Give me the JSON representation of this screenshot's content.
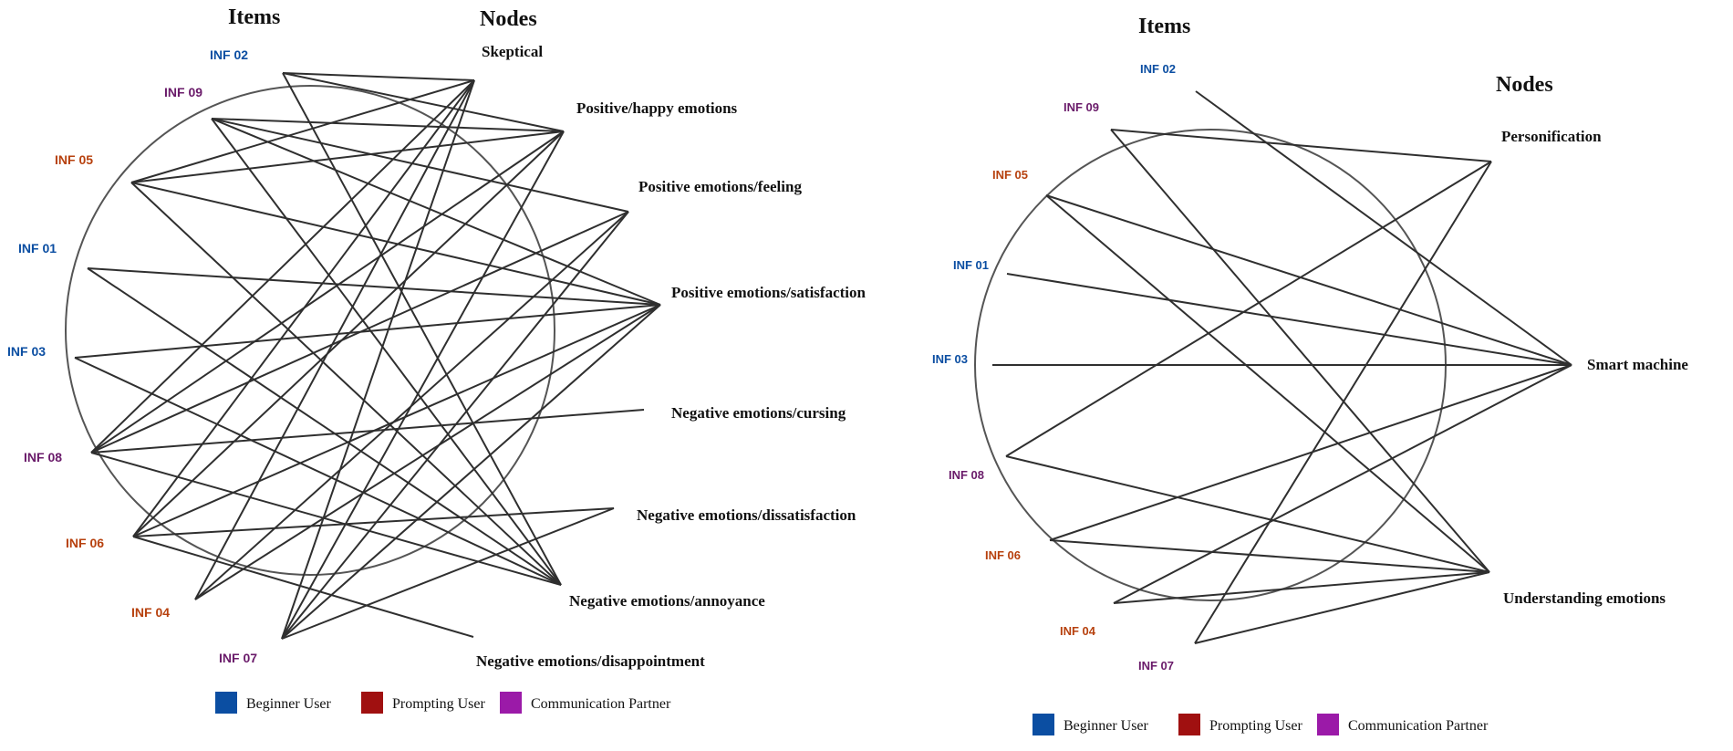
{
  "colors": {
    "beginner": "#0b4ea2",
    "prompting": "#b7410e",
    "communication": "#6a1b6a",
    "legend_beginner": "#0b4ea2",
    "legend_prompting": "#a01010",
    "legend_communication": "#9b1aa8"
  },
  "diagrams": [
    {
      "items_header": "Items",
      "nodes_header": "Nodes",
      "items": [
        {
          "id": "INF 02",
          "role": "beginner"
        },
        {
          "id": "INF 09",
          "role": "communication"
        },
        {
          "id": "INF 05",
          "role": "prompting"
        },
        {
          "id": "INF 01",
          "role": "beginner"
        },
        {
          "id": "INF 03",
          "role": "beginner"
        },
        {
          "id": "INF 08",
          "role": "communication"
        },
        {
          "id": "INF 06",
          "role": "prompting"
        },
        {
          "id": "INF 04",
          "role": "prompting"
        },
        {
          "id": "INF 07",
          "role": "communication"
        }
      ],
      "nodes": [
        "Skeptical",
        "Positive/happy emotions",
        "Positive emotions/feeling",
        "Positive emotions/satisfaction",
        "Negative emotions/cursing",
        "Negative emotions/dissatisfaction",
        "Negative emotions/annoyance",
        "Negative emotions/disappointment"
      ],
      "edges": [
        [
          "INF 02",
          "Skeptical"
        ],
        [
          "INF 02",
          "Positive/happy emotions"
        ],
        [
          "INF 02",
          "Negative emotions/annoyance"
        ],
        [
          "INF 09",
          "Positive/happy emotions"
        ],
        [
          "INF 09",
          "Positive emotions/feeling"
        ],
        [
          "INF 09",
          "Positive emotions/satisfaction"
        ],
        [
          "INF 09",
          "Negative emotions/annoyance"
        ],
        [
          "INF 05",
          "Skeptical"
        ],
        [
          "INF 05",
          "Positive/happy emotions"
        ],
        [
          "INF 05",
          "Positive emotions/satisfaction"
        ],
        [
          "INF 05",
          "Negative emotions/annoyance"
        ],
        [
          "INF 01",
          "Positive emotions/satisfaction"
        ],
        [
          "INF 01",
          "Negative emotions/annoyance"
        ],
        [
          "INF 03",
          "Positive emotions/satisfaction"
        ],
        [
          "INF 03",
          "Negative emotions/annoyance"
        ],
        [
          "INF 08",
          "Skeptical"
        ],
        [
          "INF 08",
          "Positive/happy emotions"
        ],
        [
          "INF 08",
          "Positive emotions/feeling"
        ],
        [
          "INF 08",
          "Negative emotions/cursing"
        ],
        [
          "INF 08",
          "Negative emotions/annoyance"
        ],
        [
          "INF 06",
          "Skeptical"
        ],
        [
          "INF 06",
          "Positive/happy emotions"
        ],
        [
          "INF 06",
          "Positive emotions/satisfaction"
        ],
        [
          "INF 06",
          "Negative emotions/dissatisfaction"
        ],
        [
          "INF 06",
          "Negative emotions/disappointment"
        ],
        [
          "INF 04",
          "Skeptical"
        ],
        [
          "INF 04",
          "Positive emotions/feeling"
        ],
        [
          "INF 04",
          "Positive emotions/satisfaction"
        ],
        [
          "INF 07",
          "Skeptical"
        ],
        [
          "INF 07",
          "Positive/happy emotions"
        ],
        [
          "INF 07",
          "Positive emotions/feeling"
        ],
        [
          "INF 07",
          "Positive emotions/satisfaction"
        ],
        [
          "INF 07",
          "Negative emotions/dissatisfaction"
        ]
      ],
      "legend": [
        "Beginner User",
        "Prompting User",
        "Communication Partner"
      ]
    },
    {
      "items_header": "Items",
      "nodes_header": "Nodes",
      "items": [
        {
          "id": "INF 02",
          "role": "beginner"
        },
        {
          "id": "INF 09",
          "role": "communication"
        },
        {
          "id": "INF 05",
          "role": "prompting"
        },
        {
          "id": "INF 01",
          "role": "beginner"
        },
        {
          "id": "INF 03",
          "role": "beginner"
        },
        {
          "id": "INF 08",
          "role": "communication"
        },
        {
          "id": "INF 06",
          "role": "prompting"
        },
        {
          "id": "INF 04",
          "role": "prompting"
        },
        {
          "id": "INF 07",
          "role": "communication"
        }
      ],
      "nodes": [
        "Personification",
        "Smart machine",
        "Understanding emotions"
      ],
      "edges": [
        [
          "INF 02",
          "Smart machine"
        ],
        [
          "INF 09",
          "Personification"
        ],
        [
          "INF 09",
          "Understanding emotions"
        ],
        [
          "INF 05",
          "Smart machine"
        ],
        [
          "INF 05",
          "Understanding emotions"
        ],
        [
          "INF 01",
          "Smart machine"
        ],
        [
          "INF 03",
          "Smart machine"
        ],
        [
          "INF 08",
          "Personification"
        ],
        [
          "INF 08",
          "Understanding emotions"
        ],
        [
          "INF 06",
          "Smart machine"
        ],
        [
          "INF 06",
          "Understanding emotions"
        ],
        [
          "INF 04",
          "Smart machine"
        ],
        [
          "INF 04",
          "Understanding emotions"
        ],
        [
          "INF 07",
          "Personification"
        ],
        [
          "INF 07",
          "Understanding emotions"
        ]
      ],
      "legend": [
        "Beginner User",
        "Prompting User",
        "Communication Partner"
      ]
    }
  ]
}
